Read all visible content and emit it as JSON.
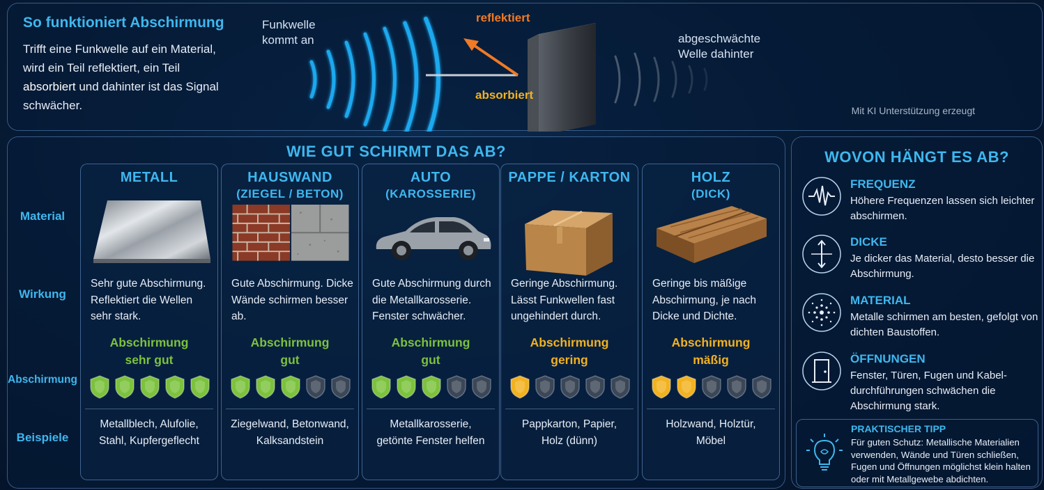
{
  "header": {
    "title": "So funktioniert Abschirmung",
    "text_before": "Trifft eine Funkwelle auf ein Material, wird ein Teil reflektiert, ein Teil ",
    "text_bold": "absorbiert",
    "text_after": " und dahinter ist das Signal schwächer.",
    "wave_in_line1": "Funkwelle",
    "wave_in_line2": "kommt an",
    "reflected": "reflektiert",
    "absorbed": "absorbiert",
    "wave_out_line1": "abgeschwächte",
    "wave_out_line2": "Welle dahinter",
    "credit": "Mit KI Unterstützung erzeugt"
  },
  "comparison": {
    "title": "WIE GUT SCHIRMT DAS AB?",
    "row_labels": {
      "material": "Material",
      "effect": "Wirkung",
      "shielding": "Abschirmung",
      "examples": "Beispiele"
    },
    "cards": [
      {
        "title": "METALL",
        "subtitle": "",
        "effect": "Sehr gute Abschirmung. Reflektiert die Wellen sehr stark.",
        "rating_line1": "Abschirmung",
        "rating_line2": "sehr gut",
        "rating_color": "#7cc23c",
        "score": 5,
        "examples_line1": "Metallblech, Alufolie,",
        "examples_line2": "Stahl, Kupfergeflecht"
      },
      {
        "title": "HAUSWAND",
        "subtitle": "(ZIEGEL / BETON)",
        "effect": "Gute Abschirmung. Dicke Wände schirmen besser ab.",
        "rating_line1": "Abschirmung",
        "rating_line2": "gut",
        "rating_color": "#7cc23c",
        "score": 3,
        "examples_line1": "Ziegelwand, Betonwand,",
        "examples_line2": "Kalksandstein"
      },
      {
        "title": "AUTO",
        "subtitle": "(KAROSSERIE)",
        "effect": "Gute Abschirmung durch die Metallkarosserie. Fenster schwächer.",
        "rating_line1": "Abschirmung",
        "rating_line2": "gut",
        "rating_color": "#7cc23c",
        "score": 3,
        "examples_line1": "Metallkarosserie,",
        "examples_line2": "getönte Fenster helfen"
      },
      {
        "title": "PAPPE / KARTON",
        "subtitle": "",
        "effect": "Geringe Abschirmung. Lässt Funkwellen fast ungehindert durch.",
        "rating_line1": "Abschirmung",
        "rating_line2": "gering",
        "rating_color": "#f2b21f",
        "score": 1,
        "examples_line1": "Pappkarton, Papier,",
        "examples_line2": "Holz (dünn)"
      },
      {
        "title": "HOLZ",
        "subtitle": "(DICK)",
        "effect": "Geringe bis mäßige Abschirmung, je nach Dicke und Dichte.",
        "rating_line1": "Abschirmung",
        "rating_line2": "mäßig",
        "rating_color": "#f2b21f",
        "score": 2,
        "examples_line1": "Holzwand, Holztür,",
        "examples_line2": "Möbel"
      }
    ]
  },
  "factors": {
    "title": "WOVON HÄNGT ES AB?",
    "items": [
      {
        "title": "FREQUENZ",
        "text": "Höhere Frequenzen lassen sich leichter abschirmen.",
        "icon": "waveform-icon"
      },
      {
        "title": "DICKE",
        "text": "Je dicker das Material, desto besser die Abschirmung.",
        "icon": "thickness-icon"
      },
      {
        "title": "MATERIAL",
        "text": "Metalle schirmen am besten, gefolgt von dichten Baustoffen.",
        "icon": "material-icon"
      },
      {
        "title": "ÖFFNUNGEN",
        "text": "Fenster, Türen, Fugen und Kabel-durchführungen schwächen die Abschirmung stark.",
        "icon": "door-icon"
      }
    ],
    "tip_title": "PRAKTISCHER TIPP",
    "tip_text": "Für guten Schutz: Metallische Materialien verwenden, Wände und Türen schließen, Fugen und Öffnungen möglichst klein halten oder mit Metallgewebe abdichten."
  },
  "colors": {
    "accent": "#3fb7ee",
    "good": "#7cc23c",
    "warn": "#f2b21f",
    "reflect": "#f07a25",
    "empty_shield": "#3b4656"
  }
}
